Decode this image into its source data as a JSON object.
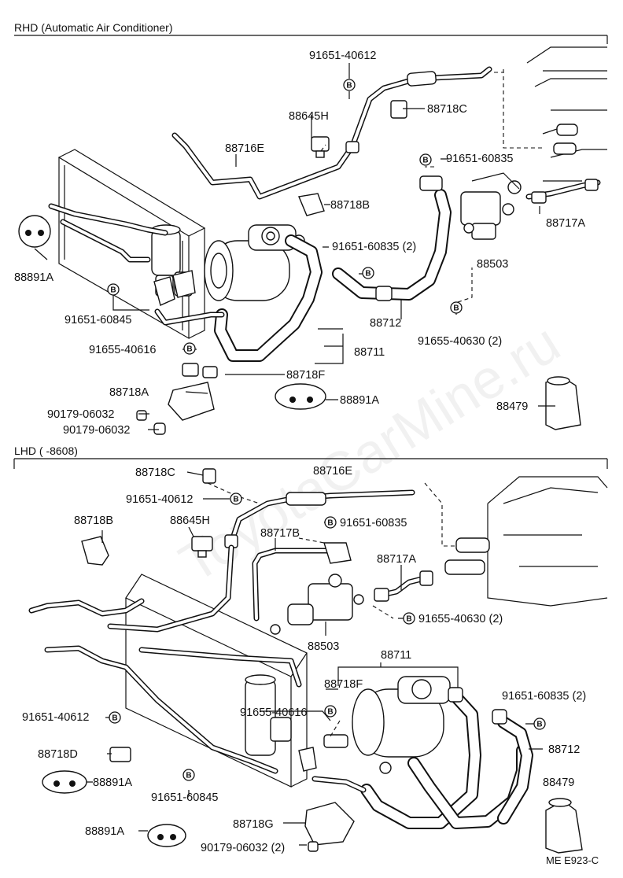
{
  "sections": {
    "rhd_title": "RHD (Automatic Air Conditioner)",
    "lhd_title": "LHD (        -8608)"
  },
  "rhd": {
    "p91651_40612": "91651-40612",
    "p88718C": "88718C",
    "p88645H": "88645H",
    "p88716E": "88716E",
    "p91651_60835a": "91651-60835",
    "p88718B": "88718B",
    "p88717A": "88717A",
    "p88891A_left": "88891A",
    "p91651_60835b": "91651-60835 (2)",
    "p88503": "88503",
    "p91651_60845": "91651-60845",
    "p88712": "88712",
    "p91655_40616": "91655-40616",
    "p88711": "88711",
    "p91655_40630": "91655-40630 (2)",
    "p88718F": "88718F",
    "p88718A": "88718A",
    "p88891A_right": "88891A",
    "p88479": "88479",
    "p90179_a": "90179-06032",
    "p90179_b": "90179-06032"
  },
  "lhd": {
    "p88718C": "88718C",
    "p88716E": "88716E",
    "p91651_40612a": "91651-40612",
    "p88718B": "88718B",
    "p88645H": "88645H",
    "p88717B": "88717B",
    "p91651_60835a": "91651-60835",
    "p88717A": "88717A",
    "p91655_40630": "91655-40630 (2)",
    "p88503": "88503",
    "p88711": "88711",
    "p88718F": "88718F",
    "p91651_60835b": "91651-60835 (2)",
    "p91651_40612b": "91651-40612",
    "p91655_40616": "91655-40616",
    "p88712": "88712",
    "p88718D": "88718D",
    "p88891A_a": "88891A",
    "p88479": "88479",
    "p91651_60845": "91651-60845",
    "p88718G": "88718G",
    "p88891A_b": "88891A",
    "p90179": "90179-06032 (2)"
  },
  "figure_code": "ME E923-C",
  "bolt_mark": "B"
}
